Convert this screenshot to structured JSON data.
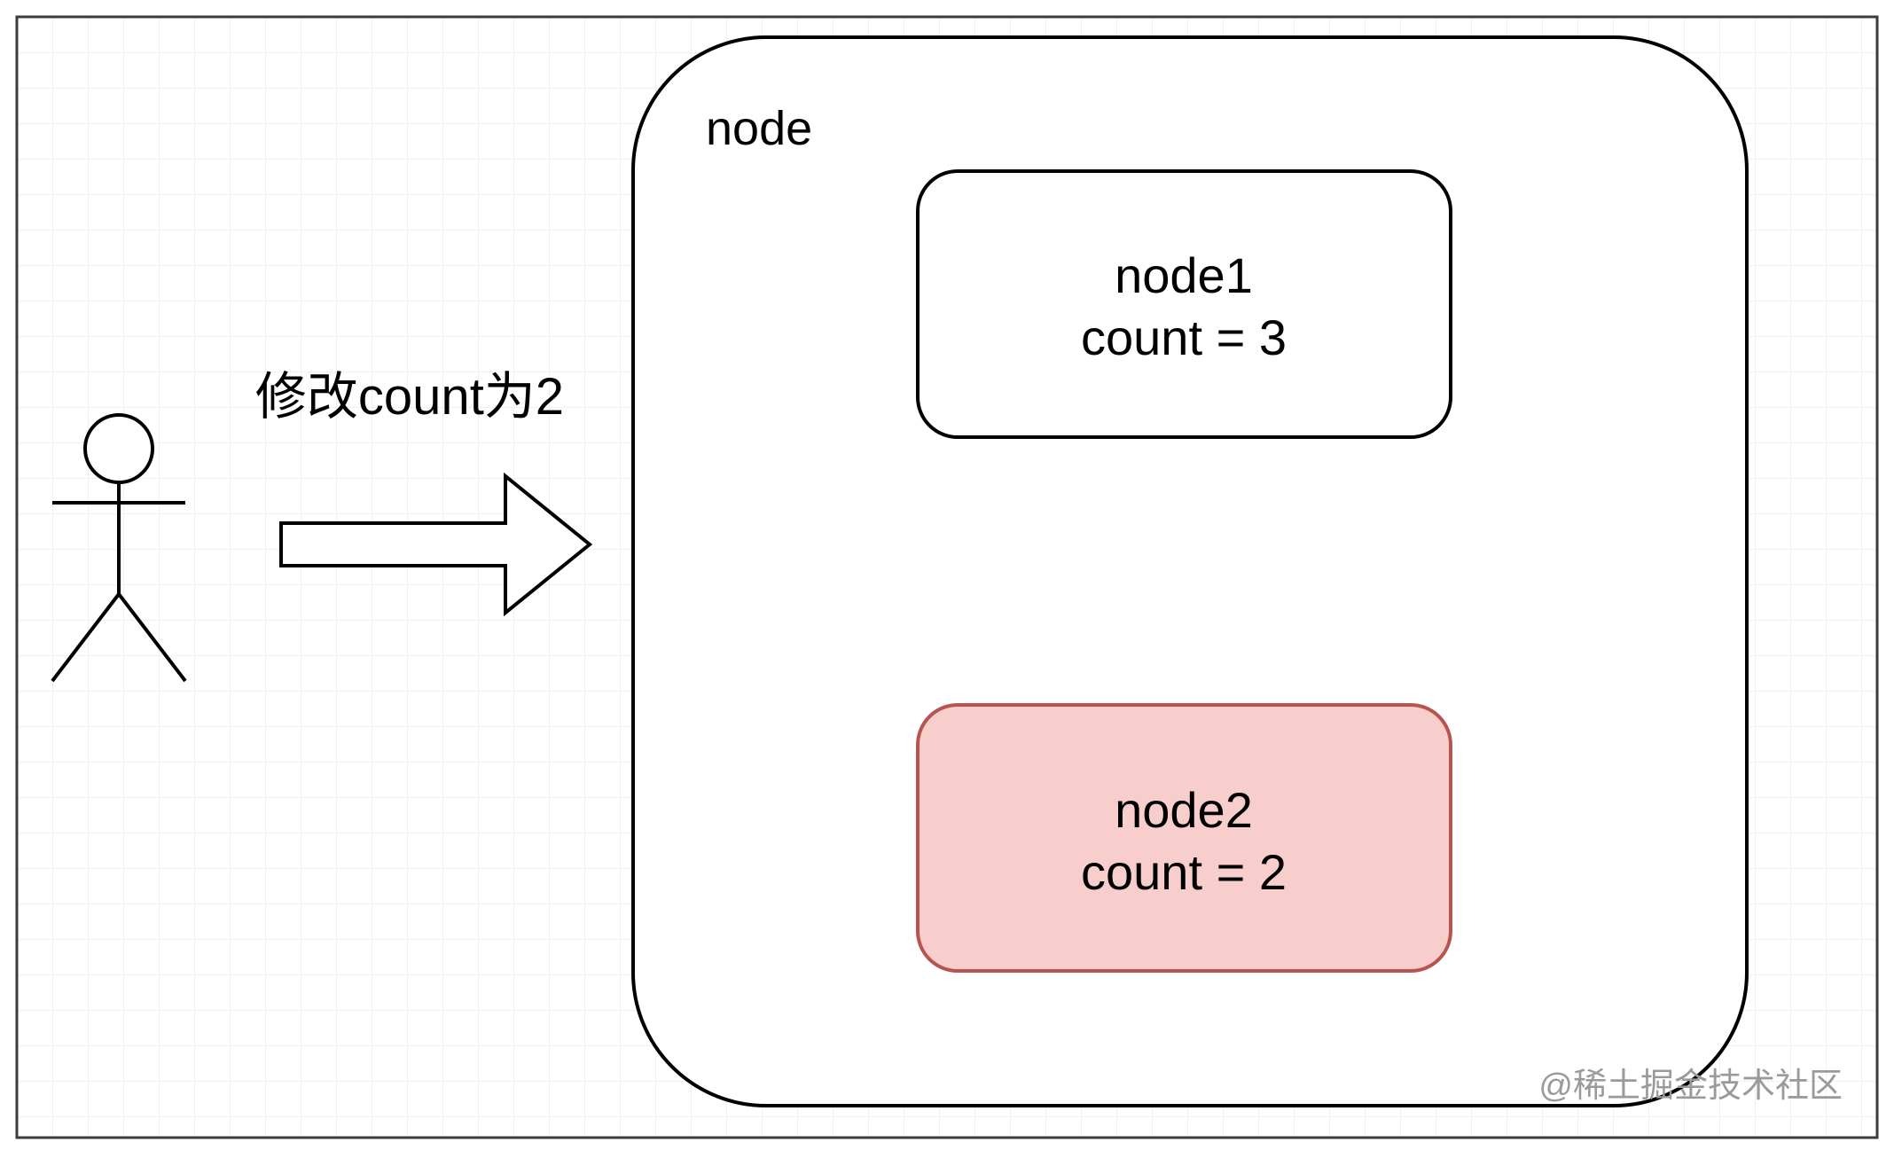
{
  "diagram": {
    "actor": {
      "icon": "stick-figure-icon",
      "action_label": "修改count为2"
    },
    "container": {
      "title": "node",
      "children": [
        {
          "name": "node1",
          "value_text": "count = 3",
          "fill": "#ffffff",
          "stroke": "#000000"
        },
        {
          "name": "node2",
          "value_text": "count = 2",
          "fill": "#f8cecc",
          "stroke": "#b85450"
        }
      ]
    },
    "watermark": "@稀土掘金技术社区",
    "colors": {
      "grid": "#ececec",
      "frame": "#3c3c3c",
      "line": "#000000",
      "highlight_fill": "#f8cecc",
      "highlight_stroke": "#b85450",
      "watermark": "#9a9a9a"
    }
  }
}
